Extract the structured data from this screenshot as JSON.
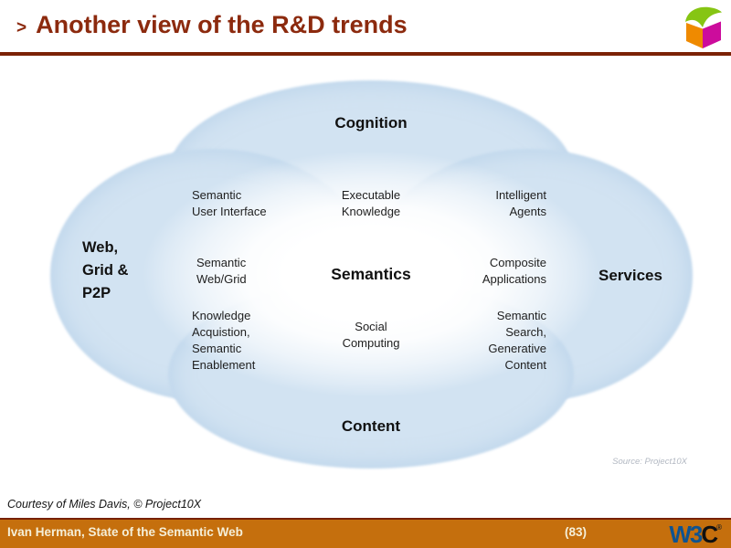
{
  "header": {
    "prefix": ">",
    "title": "Another view of the R&D trends"
  },
  "colors": {
    "title_text": "#8c2a0e",
    "title_rule": "#7b2205",
    "petal_blue": "#d2e3f2",
    "footer_bar": "#c56f0d",
    "footer_text": "#f5efd8",
    "w3c_blue": "#0f5390",
    "cube_green": "#86c513",
    "cube_orange": "#ef8a00",
    "cube_magenta": "#cc0c9c",
    "source_note_gray": "#b2b8c2"
  },
  "diagram": {
    "cognition": "Cognition",
    "web_grid_p2p": "Web,\nGrid &\nP2P",
    "services": "Services",
    "content": "Content",
    "semantics": "Semantics",
    "semantic_user_interface": "Semantic\nUser Interface",
    "executable_knowledge": "Executable\nKnowledge",
    "intelligent_agents": "Intelligent\nAgents",
    "semantic_web_grid": "Semantic\nWeb/Grid",
    "composite_applications": "Composite\nApplications",
    "knowledge_acquisition": "Knowledge\nAcquistion,\nSemantic\nEnablement",
    "social_computing": "Social\nComputing",
    "semantic_search": "Semantic\nSearch,\nGenerative\nContent",
    "source_note": "Source: Project10X"
  },
  "footer": {
    "courtesy": "Courtesy of Miles Davis, © Project10X",
    "credit": "Ivan Herman, State of the Semantic Web",
    "page_number": "(83)",
    "w3c_w3": "W3",
    "w3c_c": "C",
    "w3c_mark": "®"
  }
}
